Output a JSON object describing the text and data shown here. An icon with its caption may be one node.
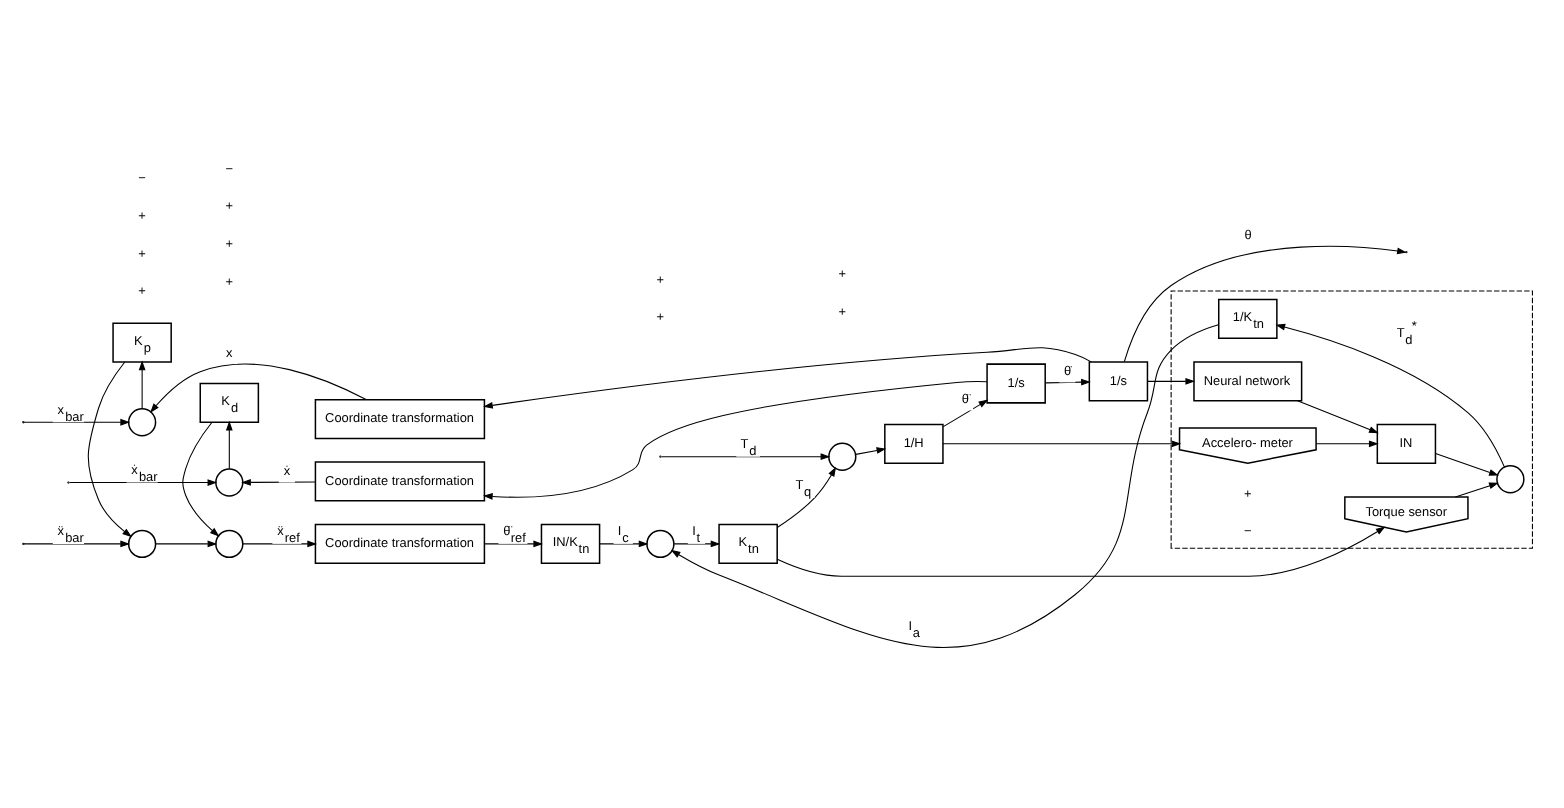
{
  "diagram": {
    "nodes": [
      {
        "text": [],
        "shape": "circle"
      },
      {
        "text": [],
        "shape": "circle"
      },
      {
        "text": [
          "Coordinate transformation"
        ]
      },
      {
        "text": [
          "IN/K$_{tn}$"
        ]
      },
      {
        "text": [],
        "shape": "circle"
      },
      {
        "text": [
          "K$_{tn}$"
        ]
      },
      {
        "text": [],
        "shape": "circle"
      },
      {
        "text": [
          "1/H"
        ]
      },
      {
        "text": [
          "1/s"
        ]
      },
      {
        "text": [
          "1/s"
        ]
      },
      {
        "text": [],
        "shape": "box"
      },
      {
        "text": [
          "1/K$_{tn}$"
        ],
        "in": 10
      },
      {
        "text": [
          "Torque sensor"
        ],
        "in": 10
      },
      {
        "text": [
          "Accelero- meter"
        ],
        "in": 10
      },
      {
        "text": [
          "IN"
        ],
        "in": 10
      },
      {
        "text": [],
        "shape": "circle",
        "in": 10
      },
      {
        "text": [
          "Neural network"
        ],
        "in": 10
      },
      {
        "text": [
          "K$_{d}$"
        ]
      },
      {
        "text": [
          "K$_{p}$"
        ]
      },
      {
        "text": [],
        "shape": "circle"
      },
      {
        "text": [],
        "shape": "circle"
      },
      {
        "text": [
          "Coordinate transformation"
        ]
      },
      {
        "text": [
          "Coordinate transformation"
        ]
      }
    ],
    "edges": [
      {
        "from": null,
        "to": 0,
        "arrow": "to",
        "label": "ẍ$_{bar}$"
      },
      {
        "from": 0,
        "to": 1,
        "arrow": "to"
      },
      {
        "from": 1,
        "to": 2,
        "arrow": "to",
        "label": "ẍ$_{ref}$"
      },
      {
        "from": 2,
        "to": 3,
        "arrow": "to",
        "label": "θ̈$_{ref}$"
      },
      {
        "from": 3,
        "to": 4,
        "arrow": "to",
        "label": "I$_{c}$"
      },
      {
        "from": 4,
        "to": 5,
        "arrow": "to",
        "label": "I$_{t}$"
      },
      {
        "from": 5,
        "to": 6,
        "arrow": "to",
        "label": "T$_{q}$"
      },
      {
        "from": null,
        "to": 6,
        "arrow": "to",
        "label": "T$_{d}$"
      },
      {
        "from": 6,
        "to": 7,
        "arrow": "to"
      },
      {
        "from": 7,
        "to": 8,
        "arrow": "to",
        "label": "θ̈"
      },
      {
        "from": 8,
        "to": 9,
        "arrow": "to",
        "label": "θ̇"
      },
      {
        "from": 9,
        "to": null,
        "arrow": "to",
        "label": "θ"
      },
      {
        "from": 5,
        "to": 12,
        "arrow": "to"
      },
      {
        "from": 7,
        "to": 13,
        "arrow": "to"
      },
      {
        "from": 13,
        "to": 14,
        "arrow": "to"
      },
      {
        "from": 12,
        "to": 15,
        "arrow": "to"
      },
      {
        "from": 14,
        "to": 15,
        "arrow": "to"
      },
      {
        "from": 15,
        "to": 11,
        "arrow": "to",
        "label": "T$_{d}$$^{*}$"
      },
      {
        "from": 11,
        "to": 4,
        "arrow": "to",
        "label": "I$_{a}$"
      },
      {
        "from": 9,
        "to": 16,
        "arrow": "to"
      },
      {
        "from": 16,
        "to": 14,
        "arrow": "to"
      },
      {
        "from": 8,
        "to": 21,
        "arrow": "to"
      },
      {
        "from": 9,
        "to": 22,
        "arrow": "to"
      },
      {
        "from": 21,
        "to": 19,
        "arrow": "to",
        "label": "ẋ"
      },
      {
        "from": 22,
        "to": 20,
        "arrow": "to",
        "label": "x"
      },
      {
        "from": null,
        "to": 19,
        "arrow": "to",
        "label": "ẋ$_{bar}$"
      },
      {
        "from": null,
        "to": 20,
        "arrow": "to",
        "label": "x$_{bar}$"
      },
      {
        "from": 19,
        "to": 17,
        "arrow": "to"
      },
      {
        "from": 17,
        "to": 1,
        "arrow": "to"
      },
      {
        "from": 20,
        "to": 18,
        "arrow": "to"
      },
      {
        "from": 18,
        "to": 0,
        "arrow": "to"
      }
    ],
    "labels": [
      "+",
      "+",
      "+",
      "+",
      "+",
      "+",
      "+",
      "+",
      "+",
      "−",
      "+",
      "−",
      "+",
      "−"
    ]
  }
}
